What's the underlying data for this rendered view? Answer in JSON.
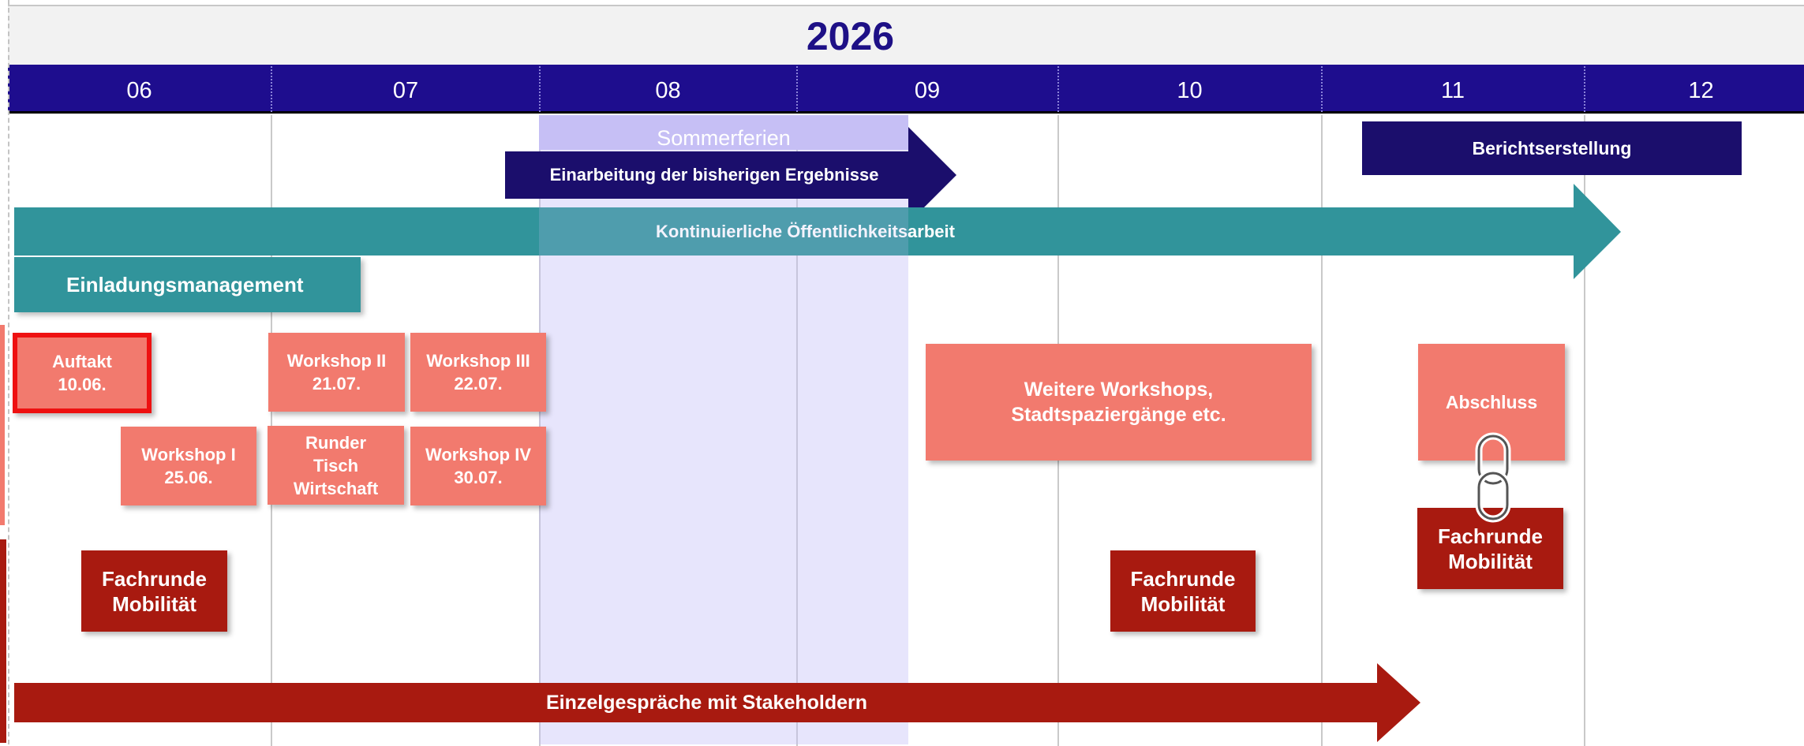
{
  "timeline": {
    "year": "2026",
    "months": [
      "06",
      "07",
      "08",
      "09",
      "10",
      "11",
      "12"
    ]
  },
  "summer_break": {
    "label": "Sommerferien"
  },
  "tasks": {
    "berichtserstellung": "Berichtserstellung",
    "einarbeitung": "Einarbeitung der bisherigen Ergebnisse",
    "oeffentlichkeitsarbeit": "Kontinuierliche Öffentlichkeitsarbeit",
    "einladungsmanagement": "Einladungsmanagement",
    "einzelgespraeche": "Einzelgespräche mit Stakeholdern"
  },
  "events": {
    "auftakt": [
      "Auftakt",
      "10.06."
    ],
    "workshop_1": [
      "Workshop I",
      "25.06."
    ],
    "workshop_2": [
      "Workshop II",
      "21.07."
    ],
    "workshop_3": [
      "Workshop III",
      "22.07."
    ],
    "runder_tisch": [
      "Runder",
      "Tisch",
      "Wirtschaft"
    ],
    "workshop_4": [
      "Workshop IV",
      "30.07."
    ],
    "weitere_workshops": [
      "Weitere Workshops,",
      "Stadtspaziergänge etc."
    ],
    "abschluss": "Abschluss",
    "fachrunde_1": [
      "Fachrunde",
      "Mobilität"
    ],
    "fachrunde_2": [
      "Fachrunde",
      "Mobilität"
    ],
    "fachrunde_3": [
      "Fachrunde",
      "Mobilität"
    ]
  },
  "colors": {
    "header_navy": "#1e0d8e",
    "task_navy": "#1b0e6c",
    "teal": "#31949b",
    "salmon": "#f27a6e",
    "dark_red": "#a81a10",
    "summer_lavender": "#c6c1f7",
    "highlight_border": "#ee1111"
  }
}
